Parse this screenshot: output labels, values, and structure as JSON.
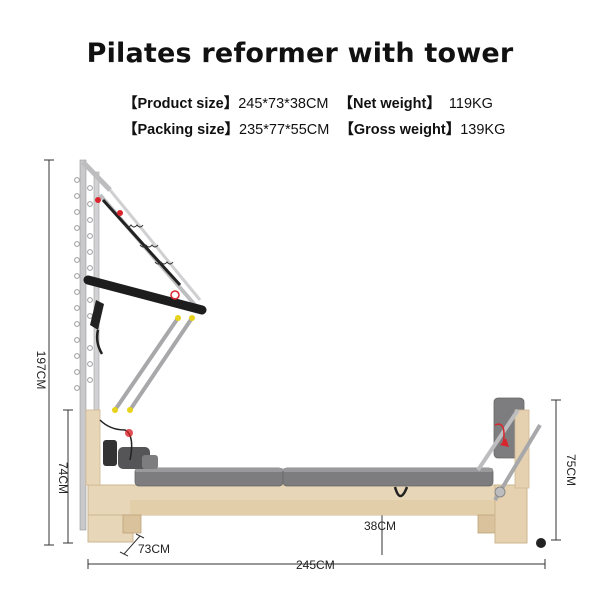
{
  "title": "Pilates reformer with tower",
  "specs": {
    "product_size_label": "【Product size】",
    "product_size_value": "245*73*38CM",
    "net_weight_label": "【Net weight】",
    "net_weight_value": "119KG",
    "packing_size_label": "【Packing size】",
    "packing_size_value": "235*77*55CM",
    "gross_weight_label": "【Gross weight】",
    "gross_weight_value": "139KG"
  },
  "dimensions": {
    "height_total": "197CM",
    "height_frame": "74CM",
    "height_footbar": "75CM",
    "bed_height": "38CM",
    "width": "73CM",
    "length": "245CM"
  },
  "colors": {
    "wood": "#e8d6b8",
    "wood_dark": "#cdb791",
    "pad": "#7d7d7f",
    "pad_light": "#9a9a9c",
    "metal": "#c9c9cb",
    "black": "#222222",
    "accent_red": "#d8262c",
    "accent_yellow": "#e8d21a"
  }
}
